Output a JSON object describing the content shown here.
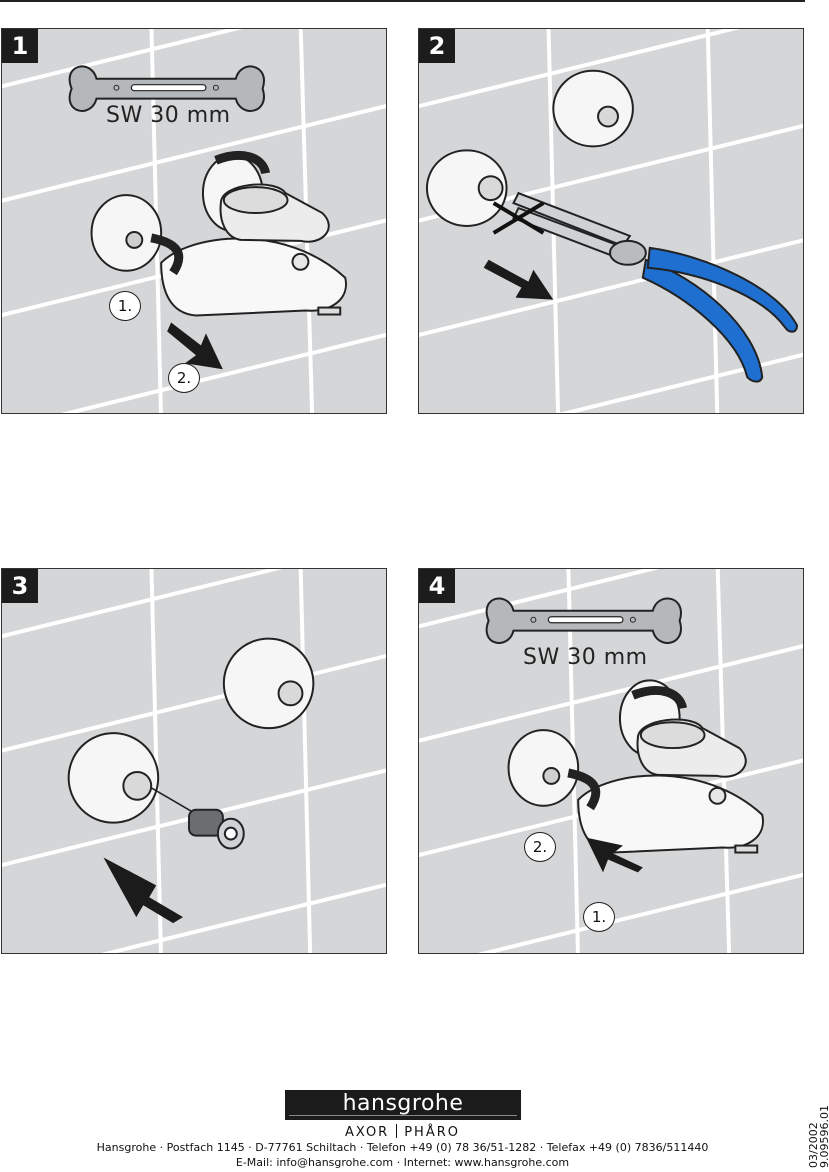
{
  "panels": [
    {
      "number": "1",
      "wrench_label": "SW 30 mm",
      "steps": [
        "1.",
        "2."
      ]
    },
    {
      "number": "2"
    },
    {
      "number": "3"
    },
    {
      "number": "4",
      "wrench_label": "SW 30 mm",
      "steps": [
        "2.",
        "1."
      ]
    }
  ],
  "footer": {
    "logo": "hansgrohe",
    "brand_left": "AXOR",
    "brand_right": "PHÅRO",
    "address": "Hansgrohe · Postfach 1145 · D-77761 Schiltach · Telefon +49 (0)  78 36/51-1282 · Telefax +49 (0)  7836/511440",
    "web": "E-Mail: info@hansgrohe.com · Internet: www.hansgrohe.com",
    "date": "03/2002",
    "docnum": "9.09596.01"
  },
  "colors": {
    "tile": "#d4d6d8",
    "grout": "#ffffff",
    "plier_handle": "#1e6fd0"
  }
}
